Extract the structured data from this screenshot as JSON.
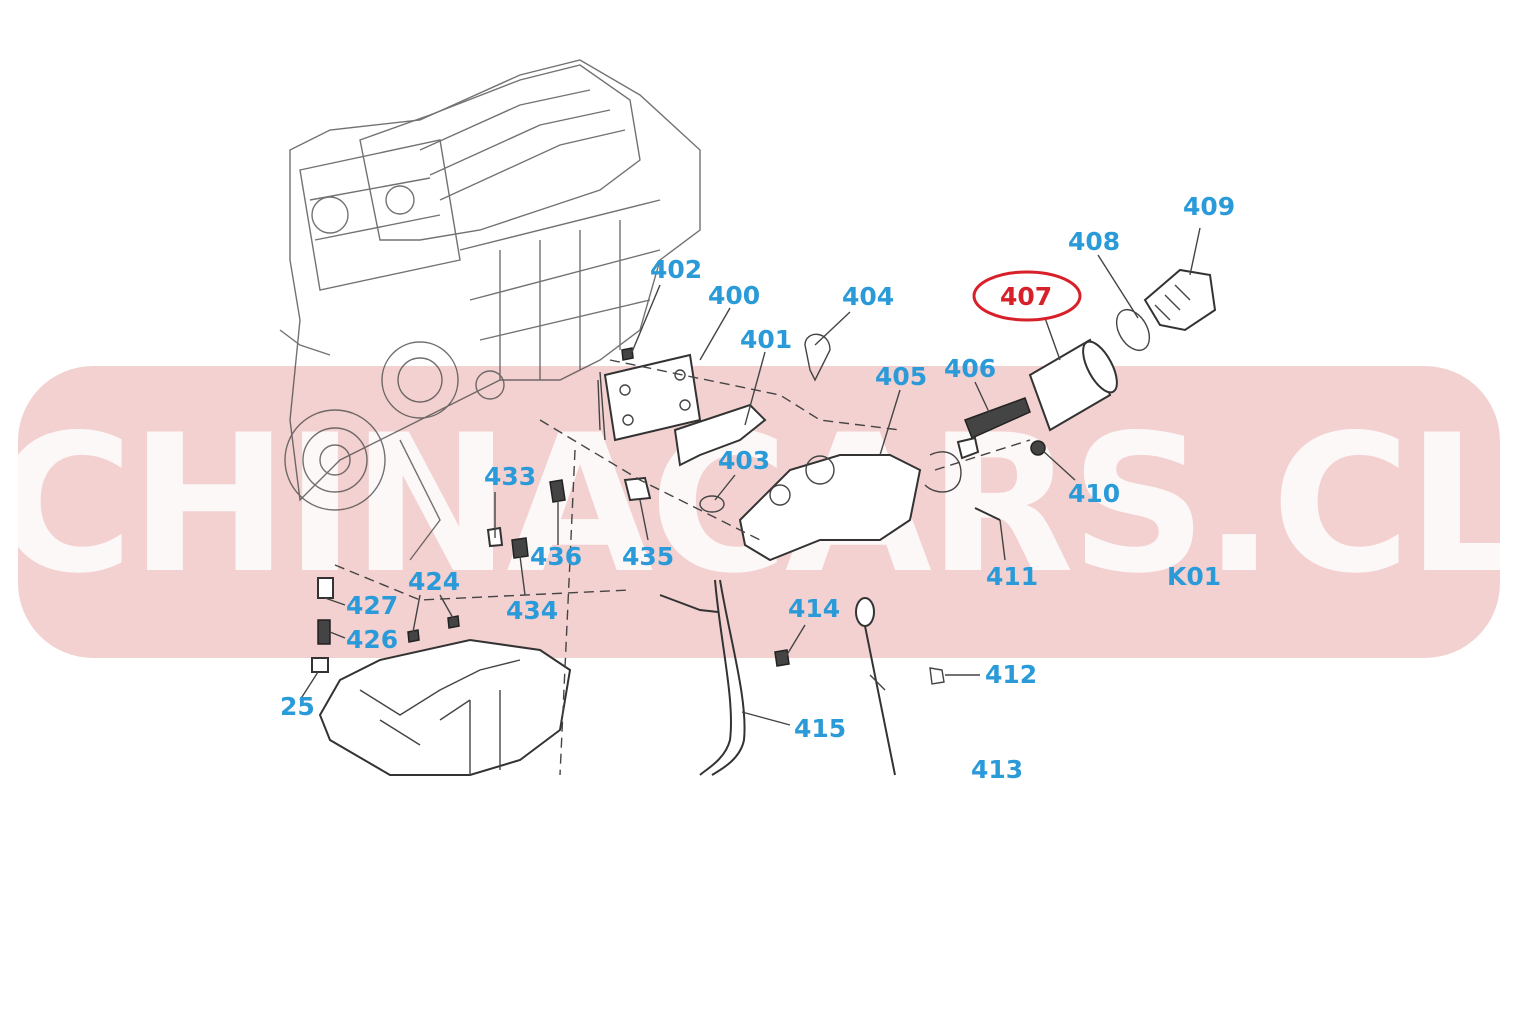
{
  "watermark": {
    "text": "CHINACARS.CL",
    "color": "#f0c6c6"
  },
  "figure_code": "K01",
  "highlighted_part": "407",
  "colors": {
    "label": "#2a9bd8",
    "highlight": "#d8202a",
    "lines": "#333333"
  },
  "parts": [
    "400",
    "401",
    "402",
    "403",
    "404",
    "405",
    "406",
    "407",
    "408",
    "409",
    "410",
    "411",
    "412",
    "413",
    "414",
    "415",
    "424",
    "426",
    "427",
    "433",
    "434",
    "435",
    "436"
  ],
  "cut_label": "25",
  "icons": [
    "engine-block-drawing",
    "oil-cooler",
    "oil-filter",
    "oil-filter-cap",
    "oil-pan",
    "dipstick",
    "dipstick-tube"
  ]
}
